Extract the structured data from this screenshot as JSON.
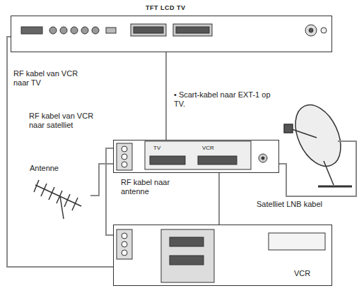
{
  "diagram": {
    "nodes": [
      {
        "text": [
          "TFT LCD TV"
        ]
      },
      {
        "text": [
          "TV",
          "VCR"
        ]
      },
      {
        "text": [
          "Antenne"
        ]
      },
      {
        "text": [
          "VCR"
        ]
      }
    ],
    "edges": [
      {
        "from": 3,
        "to": 0,
        "arrow": "none",
        "label": "RF kabel van VCR naar TV"
      },
      {
        "from": 1,
        "to": 0,
        "arrow": "none",
        "label": "• Scart-kabel naar EXT-1 op TV."
      },
      {
        "from": 3,
        "to": 1,
        "arrow": "none",
        "label": "RF kabel van VCR naar satelliet"
      },
      {
        "from": 1,
        "to": 2,
        "arrow": "none",
        "label": "RF kabel naar antenne"
      },
      {
        "from": 1,
        "to": 3,
        "arrow": "none"
      }
    ],
    "labels": [
      "Satelliet LNB kabel"
    ]
  }
}
